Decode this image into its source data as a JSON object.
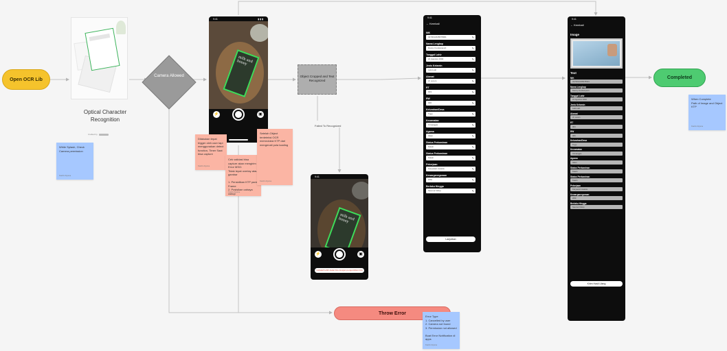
{
  "flow": {
    "start_label": "Open OCR Lib",
    "decision_label": "Camera Allowed",
    "process_label": "Object Cropped and Text Recognized",
    "fail_label": "Failed To Recognized",
    "error_label": "Throw Error",
    "end_label": "Completed"
  },
  "cover": {
    "title": "Optical Character Recognition",
    "credit_prefix": "Crafted by"
  },
  "notes": {
    "splash": {
      "text": "While Splash, Check Camera permission",
      "author": "Kanbi Arjuna"
    },
    "trigger": {
      "text": "Dilakukan tepat trigger oleh user tapi menggunakan detect function, Timer Saat bisa capture",
      "author": "Kanbi Arjuna"
    },
    "errmsg": {
      "text": "Cek validasi bisa capture akan mengirim Error MSG:\nTidak tepat overlay atau gambar\n\n1. Pensidikan KTP pada Frame\n2. Posisikan cahaya cukup",
      "author": "Kanbi Arjuna"
    },
    "object": {
      "text": "Setelah Object terdeteksi OCR memroloksi KTP dari mengenali pola loading",
      "author": "Kanbi Arjuna"
    },
    "complete": {
      "text": "When Complete\nPath of Image and Object KTP",
      "author": "Kanbi Arjuna"
    },
    "errtype": {
      "text": "Error Type\n1. Cancelled by user\n2. Camera not found\n3. Permission not allowed\n\nBuat Error Notification di apps",
      "author": "Kanbi Arjuna"
    }
  },
  "camera_screen": {
    "time": "9:41",
    "signal": "▮▮▮",
    "book_text": "milk and honey",
    "flash_glyph": "⚡",
    "gallery_glyph": "▣"
  },
  "fail_screen": {
    "time": "9:41",
    "book_text": "milk and honey",
    "message": "Cobalah lebih dekat foto dengan pengambilan foto"
  },
  "form_screen": {
    "time": "9:41",
    "back": "←  Kembali",
    "fields": [
      {
        "label": "NIK",
        "value": "3173012345678901"
      },
      {
        "label": "Nama Lengkap",
        "value": "Danny Fundamputri"
      },
      {
        "label": "Tanggal Lahir",
        "value": "21 Agustus 1994"
      },
      {
        "label": "Jenis Kelamin",
        "value": "Laki-Laki"
      },
      {
        "label": "Alamat",
        "value": "Jl. Lorem"
      },
      {
        "label": "RT",
        "value": "003"
      },
      {
        "label": "RW",
        "value": "006"
      },
      {
        "label": "Kelurahan/Desa",
        "value": "Tugu"
      },
      {
        "label": "Kecamatan",
        "value": "Cimanggis"
      },
      {
        "label": "Agama",
        "value": "Islam"
      },
      {
        "label": "Status Perkawinan",
        "value": "Kawin"
      },
      {
        "label": "Status Perkawinan",
        "value": "Kawin"
      },
      {
        "label": "Pekerjaan",
        "value": "Karyawan swasta"
      },
      {
        "label": "Kewarganegaraan",
        "value": "WNI"
      },
      {
        "label": "Berlaku Hingga",
        "value": "Seumur hidup"
      }
    ],
    "submit": "Lanjutkan"
  },
  "result_screen": {
    "time": "9:41",
    "back": "←  Kembali",
    "image_heading": "Image",
    "text_heading": "Text",
    "fields": [
      {
        "label": "NIK",
        "value": "3173012345678901"
      },
      {
        "label": "Nama Lengkap",
        "value": "Danny Fundamputri"
      },
      {
        "label": "Tanggal Lahir",
        "value": "21 Agustus 1994"
      },
      {
        "label": "Jenis Kelamin",
        "value": "Laki-Laki"
      },
      {
        "label": "Alamat",
        "value": "Jl. Lorem"
      },
      {
        "label": "RT",
        "value": "003"
      },
      {
        "label": "RW",
        "value": "006"
      },
      {
        "label": "Kelurahan/Desa",
        "value": "Tugu"
      },
      {
        "label": "Kecamatan",
        "value": "Cimanggis"
      },
      {
        "label": "Agama",
        "value": "Islam"
      },
      {
        "label": "Status Perkawinan",
        "value": "Kawin"
      },
      {
        "label": "Status Perkawinan",
        "value": "Kawin"
      },
      {
        "label": "Pekerjaan",
        "value": "Karyawan swasta"
      },
      {
        "label": "Kewarganegaraan",
        "value": "WNI"
      },
      {
        "label": "Berlaku Hingga",
        "value": "Seumur hidup"
      }
    ],
    "submit": "Kirim Hasil Ulang"
  }
}
